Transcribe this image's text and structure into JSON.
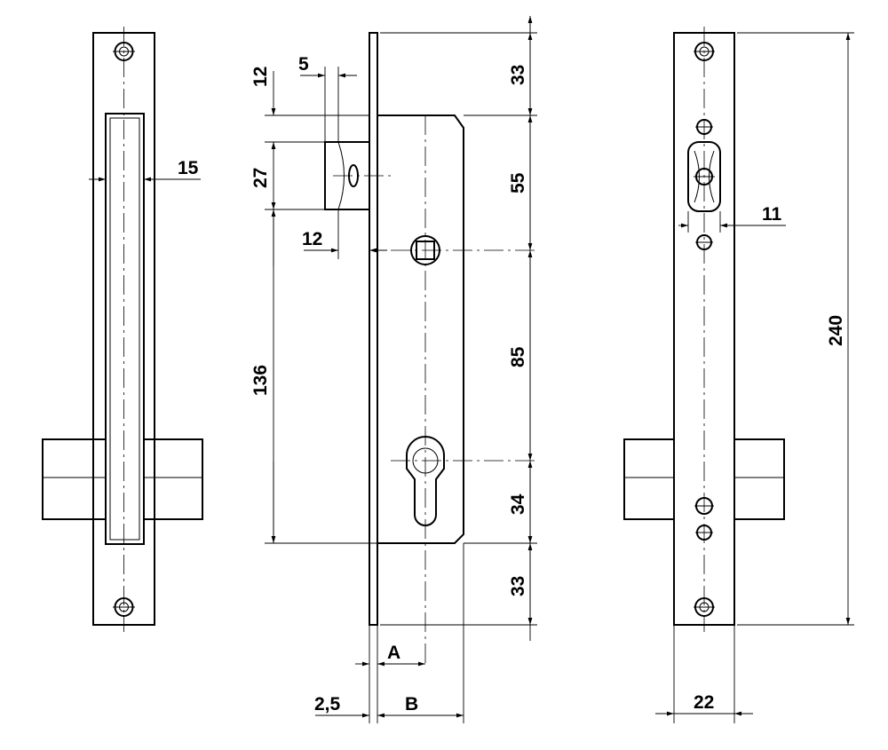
{
  "drawing": {
    "line_color": "#000000",
    "background": "#ffffff",
    "dimensions": {
      "width_15": "15",
      "bolt_offset_5": "5",
      "top_gap_12": "12",
      "bolt_height_27": "27",
      "bolt_projection_12": "12",
      "height_136": "136",
      "top_33": "33",
      "section_55": "55",
      "section_85": "85",
      "section_34": "34",
      "bottom_33": "33",
      "label_a": "A",
      "label_b": "B",
      "faceplate_2_5": "2,5",
      "width_11": "11",
      "total_240": "240",
      "faceplate_22": "22"
    }
  }
}
